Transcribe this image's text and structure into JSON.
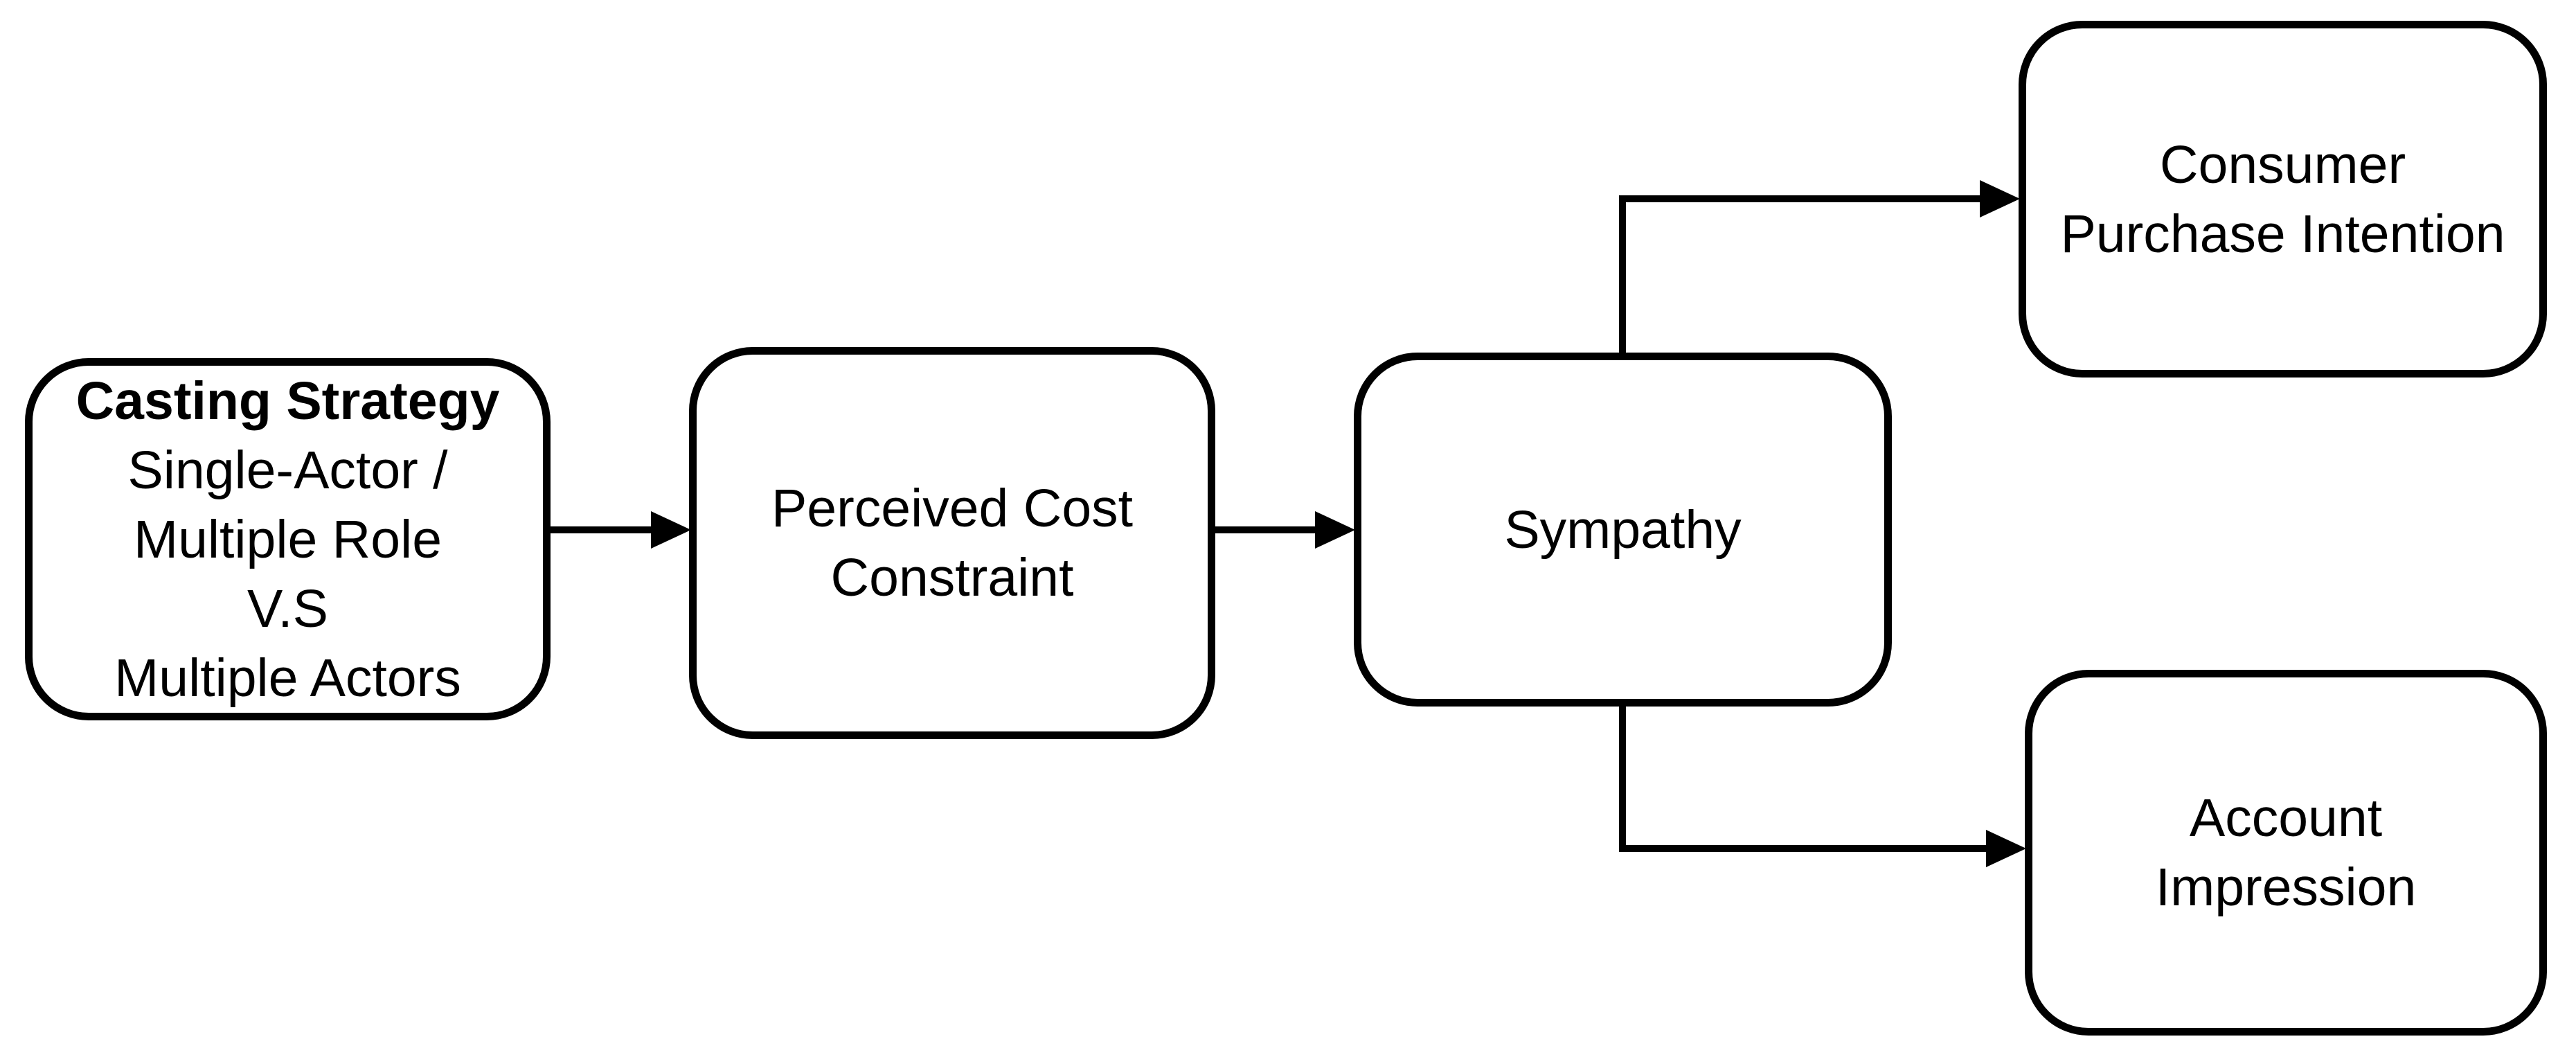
{
  "diagram": {
    "type": "flow-diagram",
    "colors": {
      "background": "#ffffff",
      "node_fill": "#ffffff",
      "node_border": "#000000",
      "arrow": "#000000",
      "text": "#000000"
    },
    "nodes": {
      "casting_strategy": {
        "lines": [
          "Casting Strategy",
          "Single-Actor /",
          "Multiple Role",
          "V.S",
          "Multiple Actors"
        ]
      },
      "perceived_cost_constraint": {
        "lines": [
          "Perceived Cost",
          "Constraint"
        ]
      },
      "sympathy": {
        "lines": [
          "Sympathy"
        ]
      },
      "consumer_purchase_intention": {
        "lines": [
          "Consumer",
          "Purchase Intention"
        ]
      },
      "account_impression": {
        "lines": [
          "Account",
          "Impression"
        ]
      }
    },
    "edges": [
      {
        "from": "Casting Strategy",
        "to": "Perceived Cost Constraint",
        "style": "straight-arrow"
      },
      {
        "from": "Perceived Cost Constraint",
        "to": "Sympathy",
        "style": "straight-arrow"
      },
      {
        "from": "Sympathy",
        "to": "Consumer Purchase Intention",
        "style": "elbow-up-arrow"
      },
      {
        "from": "Sympathy",
        "to": "Account Impression",
        "style": "elbow-down-arrow"
      }
    ]
  }
}
